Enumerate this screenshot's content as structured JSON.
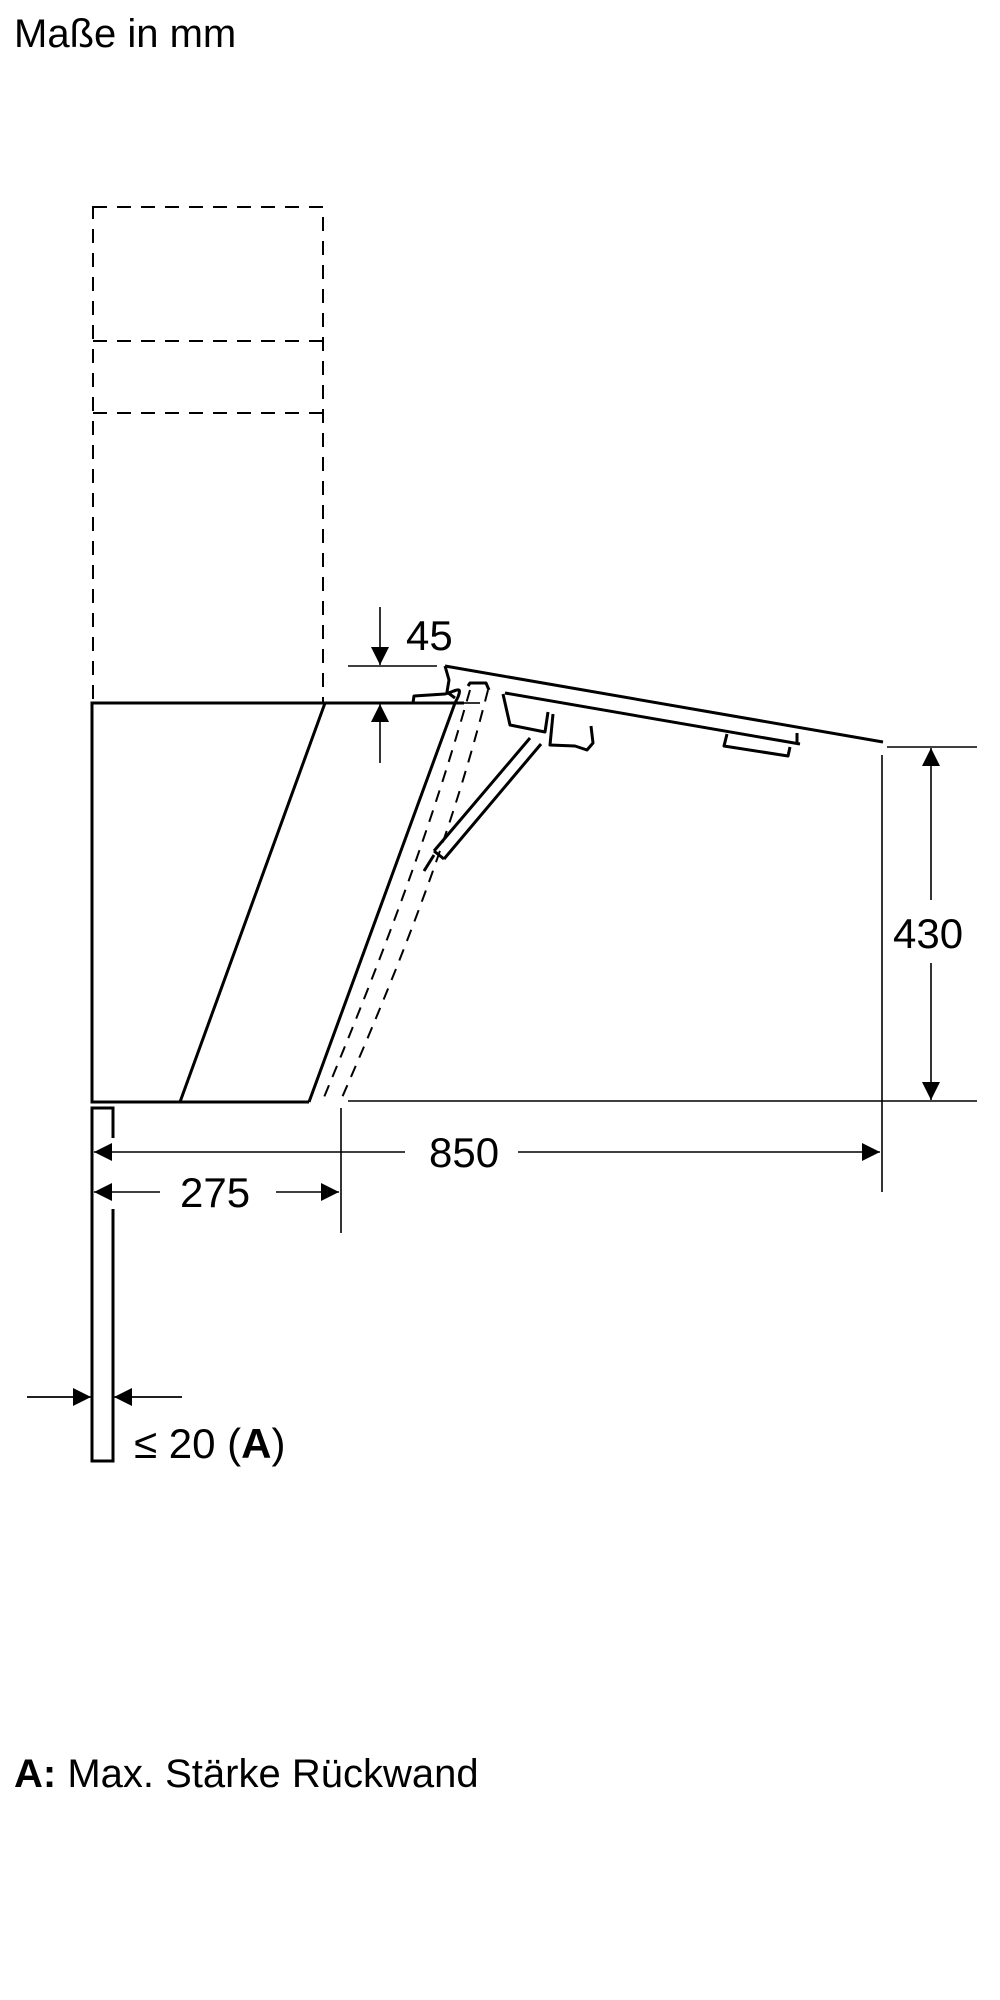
{
  "title": "Maße in mm",
  "dimensions": {
    "lid_offset": "45",
    "height": "430",
    "total_depth": "850",
    "cabinet_depth": "275",
    "panel_prefix": "≤ 20 (",
    "panel_ref": "A",
    "panel_suffix": ")"
  },
  "legend": {
    "key": "A:",
    "text": " Max. Stärke Rückwand"
  },
  "colors": {
    "line": "#000000",
    "background": "#ffffff"
  }
}
